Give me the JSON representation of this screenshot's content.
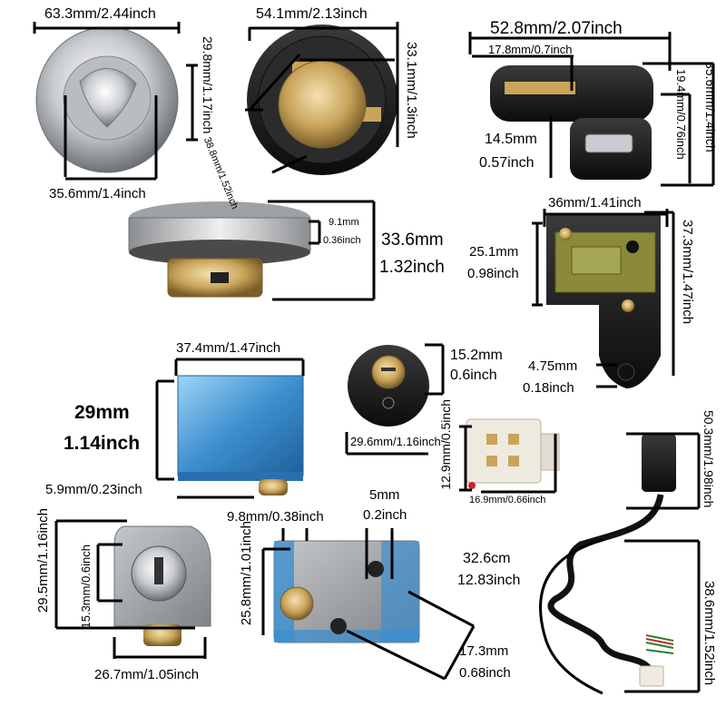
{
  "colors": {
    "chrome": "#c9ccd0",
    "brass": "#c9a45a",
    "black_plastic": "#1a1a1a",
    "blue_wrap": "#3c8fcf",
    "olive_plate": "#8a8a3a",
    "grey_housing": "#9a9ea2",
    "connector_white": "#eeeae0",
    "measure_line": "#000000"
  },
  "dims": {
    "fuel_cap": {
      "width": "63.3mm/2.44inch",
      "height": "29.8mm/1.17inch",
      "inner": "35.6mm/1.4inch"
    },
    "seat_lock": {
      "width": "54.1mm/2.13inch",
      "height": "33.1mm/1.3inch",
      "diagonal": "38.8mm/1.52inch"
    },
    "side_lock": {
      "width": "52.8mm/2.07inch",
      "inner_width": "17.8mm/0.7inch",
      "height": "35.6mm/1.4inch",
      "inner_height": "19.4mm/0.76inch",
      "side_line1": "14.5mm",
      "side_line2": "0.57inch"
    },
    "cap_side": {
      "lip": "9.1mm",
      "lip_inch": "0.36inch",
      "height_mm": "33.6mm",
      "height_inch": "1.32inch"
    },
    "bracket": {
      "width": "36mm/1.41inch",
      "plate_mm": "25.1mm",
      "plate_inch": "0.98inch",
      "height": "37.3mm/1.47inch",
      "hole_mm": "4.75mm",
      "hole_inch": "0.18inch"
    },
    "ignition": {
      "width": "37.4mm/1.47inch",
      "height_mm": "29mm",
      "height_inch": "1.14inch",
      "pin": "5.9mm/0.23inch"
    },
    "key_switch": {
      "diameter": "29.6mm/1.16inch",
      "depth_mm": "15.2mm",
      "depth_inch": "0.6inch"
    },
    "connector": {
      "height": "12.9mm/0.5inch",
      "width": "16.9mm/0.66inch"
    },
    "cable_switch": {
      "cable_cm": "32.6cm",
      "cable_inch": "12.83inch",
      "top": "50.3mm/1.98inch",
      "bottom": "38.6mm/1.52inch"
    },
    "box_lock": {
      "height": "29.5mm/1.16inch",
      "key": "15.3mm/0.6inch",
      "width": "26.7mm/1.05inch"
    },
    "housing": {
      "top": "9.8mm/0.38inch",
      "hole_mm": "5mm",
      "hole_inch": "0.2inch",
      "height": "25.8mm/1.01inch",
      "diag_mm": "17.3mm",
      "diag_inch": "0.68inch"
    }
  }
}
